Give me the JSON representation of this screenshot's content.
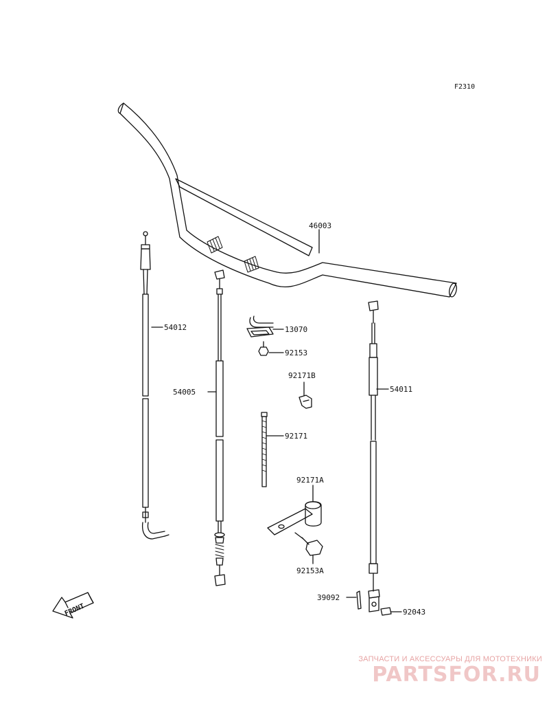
{
  "diagram": {
    "code": "F2310",
    "labels": {
      "handlebar": "46003",
      "cable_left": "54012",
      "cable_center": "54005",
      "cable_right": "54011",
      "clamp": "13070",
      "bolt_small": "92153",
      "clip": "92171B",
      "strap": "92171",
      "bracket": "92171A",
      "bolt_bracket": "92153A",
      "pin": "39092",
      "nut": "92043"
    },
    "front_arrow": "FRONT"
  },
  "watermark": {
    "tagline": "ЗАПЧАСТИ И АКСЕССУАРЫ ДЛЯ МОТОТЕХНИКИ",
    "logo": "PARTSFOR.RU",
    "colors": {
      "tagline": "#e7a4a4",
      "logo": "#e59a9a"
    }
  }
}
